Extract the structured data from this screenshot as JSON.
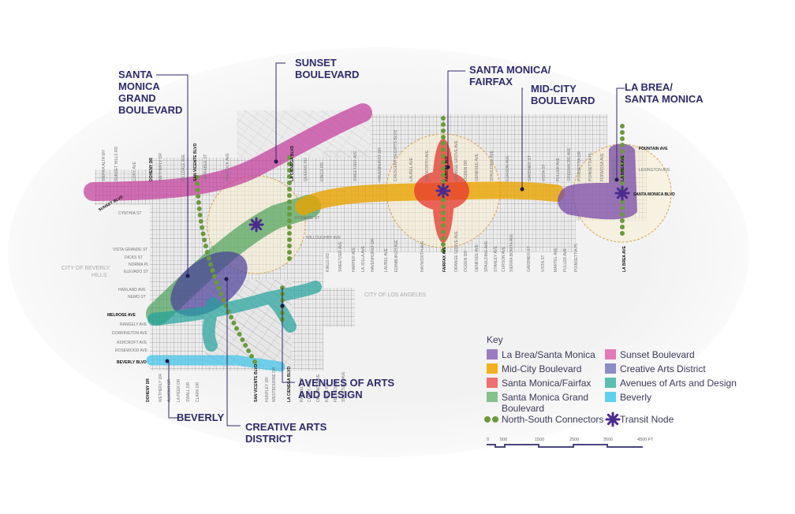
{
  "callouts": {
    "santa_monica_grand": [
      "SANTA",
      "MONICA",
      "GRAND",
      "BOULEVARD"
    ],
    "sunset": [
      "SUNSET",
      "BOULEVARD"
    ],
    "santa_monica_fairfax": [
      "SANTA MONICA/",
      "FAIRFAX"
    ],
    "mid_city": [
      "MID-CITY",
      "BOULEVARD"
    ],
    "la_brea": [
      "LA BREA/",
      "SANTA MONICA"
    ],
    "avenues": [
      "AVENUES OF ARTS",
      "AND DESIGN"
    ],
    "beverly": [
      "BEVERLY"
    ],
    "creative": [
      "CREATIVE ARTS",
      "DISTRICT"
    ]
  },
  "areas": {
    "beverly_hills": [
      "CITY OF BEVERLY",
      "HILLS"
    ],
    "los_angeles": "CITY OF LOS ANGELES"
  },
  "streets": {
    "vertical_top": [
      "SIERRA ALTA WY",
      "SUNSET HILLS RD",
      "CORY AVE",
      "DOHENY DR",
      "WETHERLY DR",
      "HILLDALE AVE",
      "SAN VICENTE BLVD",
      "LARRABEE ST",
      "HANCOCK AVE",
      "LA CIENEGA BLVD",
      "QUEENS RD",
      "KINGS RD",
      "SWEETZER AVE",
      "HAVENHURST DR",
      "CRESCENT HEIGHTS BLVD",
      "LAUREL AVE",
      "HAYWORTH AVE",
      "FAIRFAX AVE",
      "ORANGE GROVE AVE",
      "OGDEN DR",
      "GENESEE AVE",
      "SPAULDING AVE",
      "CURSON AVE",
      "GARDNER ST",
      "VISTA ST",
      "FULLER AVE",
      "GREENACRE AVE",
      "POINSETTIA DR",
      "POINSETTIA PL",
      "FORMOSA AVE",
      "DETROIT ST",
      "LA BREA AVE"
    ],
    "vertical_mid": [
      "KINGS RD",
      "SWEETZER AVE",
      "HARPER AVE",
      "LA JOLLA AVE",
      "HAVENHURST DR",
      "LAUREL AVE",
      "EDINBURGH AVE",
      "HAYWORTH AVE",
      "FAIRFAX AVE",
      "ORANGE GROVE AVE",
      "OGDEN DR",
      "GENESEE AVE",
      "SPAULDING AVE",
      "STANLEY AVE",
      "CURSON AVE",
      "SIERRA BONITA AVE",
      "GARDNER ST",
      "VISTA ST",
      "MARTEL AVE",
      "FULLER AVE",
      "POINSETTIA PL",
      "LA BREA AVE"
    ],
    "vertical_bottom": [
      "DOHENY DR",
      "WETHERLY DR",
      "ALMONT DR",
      "LA PEER DR",
      "SWALL DR",
      "CLARK DR",
      "SAN VICENTE BLVD",
      "HUNTLEY DR",
      "WESTBOURNE DR",
      "LA CIENEGA BLVD",
      "RANGELY ST",
      "CROFT AVE",
      "ORLANDO AVE",
      "KINGS RD",
      "FLORES ST",
      "SWEETZER AVE"
    ],
    "horizontal": [
      "SUNSET BLVD",
      "CYNTHIA ST",
      "VISTA GRANDE ST",
      "DICKS ST",
      "NORMA PL",
      "ELEVADO ST",
      "HARLAND AVE",
      "NEMO ST",
      "MELROSE AVE",
      "RANGELY AVE",
      "DORRINGTON AVE",
      "ASHCROFT AVE",
      "ROSEWOOD AVE",
      "BEVERLY BLVD",
      "ROMAINE ST",
      "WILLOUGHBY AVE",
      "FOUNTAIN AVE",
      "LEXINGTON AVE",
      "SANTA MONICA BLVD"
    ]
  },
  "key": {
    "title": "Key",
    "items": [
      {
        "label": "La Brea/Santa Monica",
        "color": "#9b7bbf"
      },
      {
        "label": "Mid-City Boulevard",
        "color": "#f2b01e"
      },
      {
        "label": "Santa Monica/Fairfax",
        "color": "#ee6f6f"
      },
      {
        "label": "Santa Monica Grand Boulevard",
        "color": "#86c08c"
      },
      {
        "label": "Sunset Boulevard",
        "color": "#e27ab8"
      },
      {
        "label": "Creative Arts District",
        "color": "#8c8cc7"
      },
      {
        "label": "Avenues of Arts and Design",
        "color": "#5bbfb0"
      },
      {
        "label": "Beverly",
        "color": "#5fd1ee"
      }
    ],
    "connectors": {
      "label": "North-South Connectors",
      "icon": "green-dots",
      "color": "#6a9a3a"
    },
    "transit": {
      "label": "Transit Node",
      "icon": "asterisk-star",
      "color": "#4b2a8f"
    }
  },
  "scale": {
    "ticks": [
      "0",
      "500",
      "1500",
      "2500",
      "3500",
      "4500 FT"
    ]
  },
  "colors": {
    "sunset": "#c2379a",
    "mid_city": "#e9a400",
    "fairfax": "#e8362c",
    "la_brea": "#7a4aa8",
    "grand": "#3f9b50",
    "creative": "#4a3f9a",
    "avenues": "#21a39b",
    "beverly": "#3cc3ea",
    "label": "#2e2a6b"
  }
}
